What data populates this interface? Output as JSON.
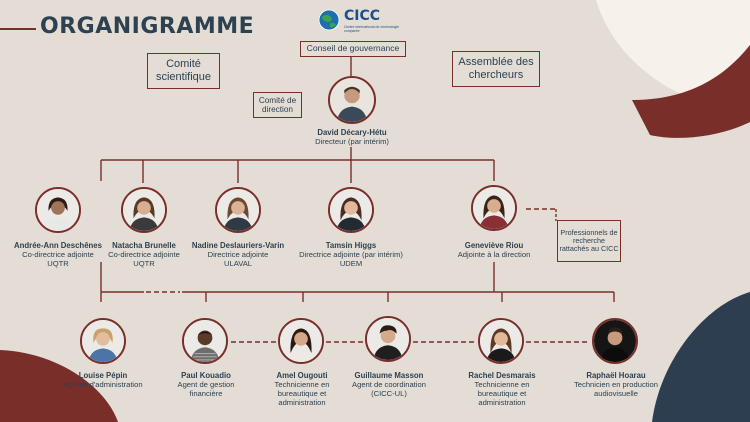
{
  "title": "ORGANIGRAMME",
  "logo": {
    "acronym": "CICC",
    "subtitle": "Centre international de criminologie comparée"
  },
  "boxes": {
    "conseil": "Conseil de gouvernance",
    "comite_scientifique": "Comité scientifique",
    "assemblee": "Assemblée des chercheurs",
    "comite_direction": "Comité de direction",
    "professionnels": "Professionnels de recherche rattachés au CICC"
  },
  "director": {
    "name": "David Décary-Hétu",
    "role": "Directeur (par intérim)"
  },
  "level2": [
    {
      "name": "Andrée-Ann Deschênes",
      "role": "Co-directrice adjointe",
      "inst": "UQTR"
    },
    {
      "name": "Natacha Brunelle",
      "role": "Co-directrice adjointe",
      "inst": "UQTR"
    },
    {
      "name": "Nadine Deslauriers-Varin",
      "role": "Directrice adjointe",
      "inst": "ULAVAL"
    },
    {
      "name": "Tamsin Higgs",
      "role": "Directrice adjointe (par intérim)",
      "inst": "UDEM"
    },
    {
      "name": "Geneviève Riou",
      "role": "Adjointe à la direction",
      "inst": ""
    }
  ],
  "level3": [
    {
      "name": "Louise Pépin",
      "role": "Agente d'administration"
    },
    {
      "name": "Paul Kouadio",
      "role": "Agent de gestion financière"
    },
    {
      "name": "Amel Ougouti",
      "role": "Technicienne en bureautique et administration"
    },
    {
      "name": "Guillaume Masson",
      "role": "Agent de coordination (CICC-UL)"
    },
    {
      "name": "Rachel Desmarais",
      "role": "Technicienne en bureautique et administration"
    },
    {
      "name": "Raphaël Hoarau",
      "role": "Technicien en production audiovisuelle"
    }
  ],
  "colors": {
    "accent": "#7a2e2a",
    "text": "#2e4150",
    "background": "#e3ddd6",
    "navy": "#2c3e50",
    "logo_blue": "#1d4f8a"
  }
}
